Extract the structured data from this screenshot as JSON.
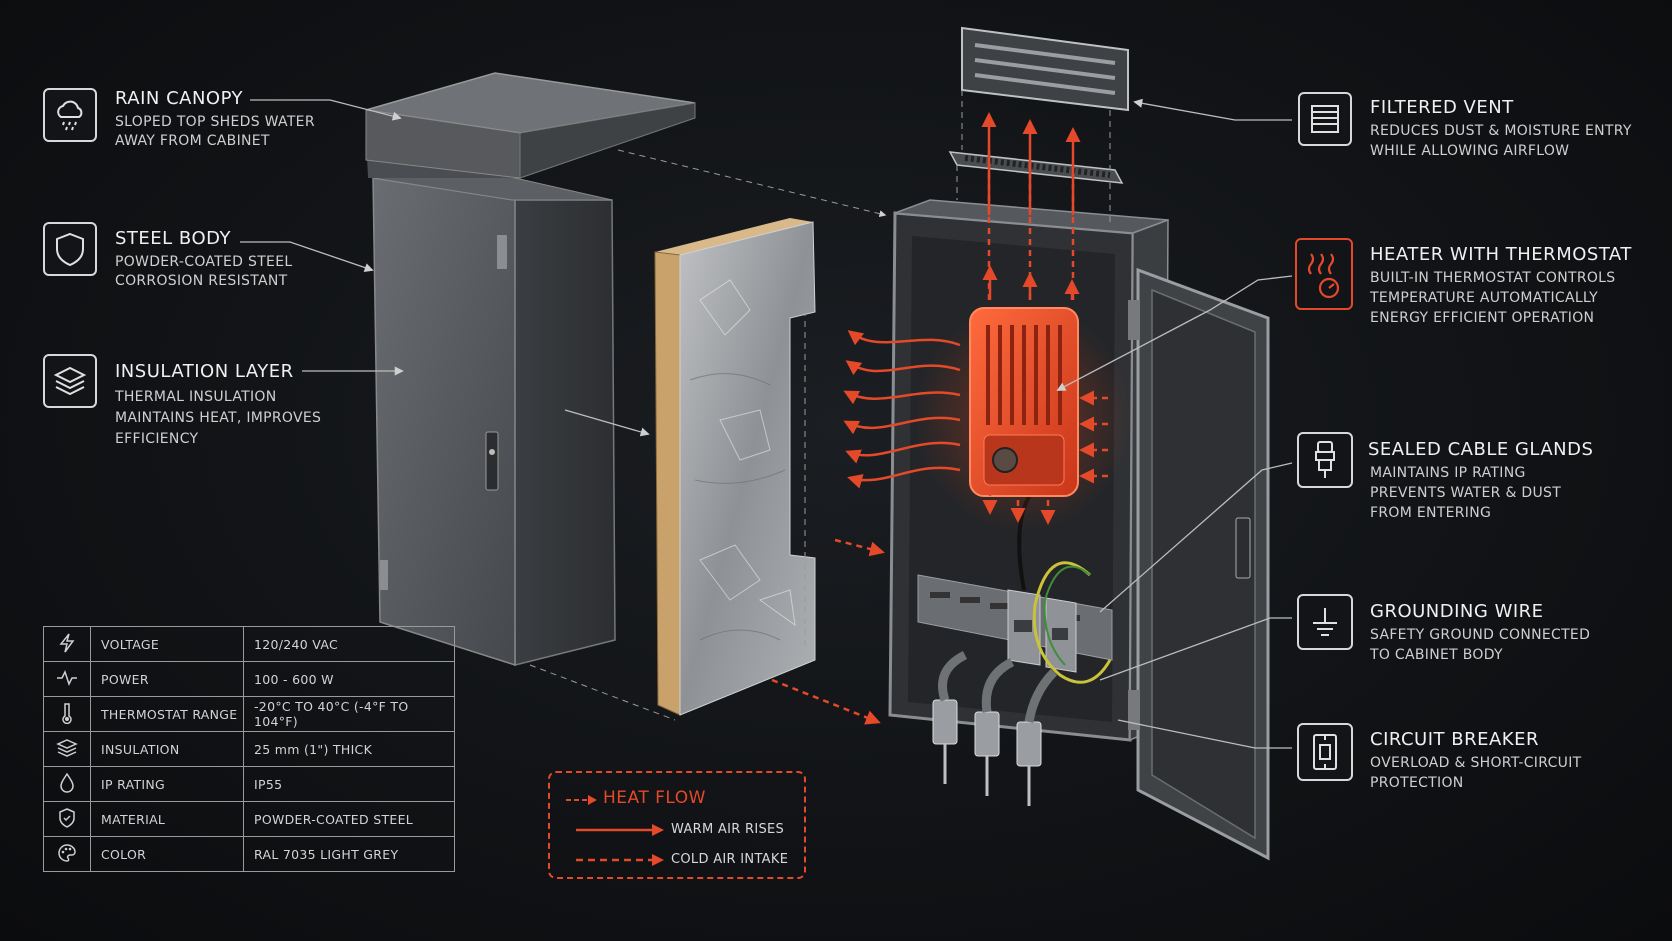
{
  "callouts": {
    "rain_canopy": {
      "title": "RAIN CANOPY",
      "lines": [
        "SLOPED TOP SHEDS WATER",
        "AWAY FROM CABINET"
      ],
      "icon": "rain-cloud-icon"
    },
    "steel_body": {
      "title": "STEEL BODY",
      "lines": [
        "POWDER-COATED STEEL",
        "CORROSION RESISTANT"
      ],
      "icon": "shield-icon"
    },
    "insulation_layer": {
      "title": "INSULATION LAYER",
      "lines": [
        "THERMAL INSULATION",
        "MAINTAINS HEAT, IMPROVES",
        "EFFICIENCY"
      ],
      "icon": "layers-icon"
    },
    "filtered_vent": {
      "title": "FILTERED VENT",
      "lines": [
        "REDUCES DUST & MOISTURE ENTRY",
        "WHILE ALLOWING AIRFLOW"
      ],
      "icon": "vent-grille-icon"
    },
    "heater": {
      "title": "HEATER WITH THERMOSTAT",
      "lines": [
        "BUILT-IN THERMOSTAT CONTROLS",
        "TEMPERATURE AUTOMATICALLY",
        "ENERGY EFFICIENT OPERATION"
      ],
      "icon": "heater-gauge-icon"
    },
    "cable_glands": {
      "title": "SEALED CABLE GLANDS",
      "lines": [
        "MAINTAINS IP RATING",
        "PREVENTS WATER & DUST",
        "FROM ENTERING"
      ],
      "icon": "cable-gland-icon"
    },
    "grounding": {
      "title": "GROUNDING WIRE",
      "lines": [
        "SAFETY GROUND CONNECTED",
        "TO CABINET BODY"
      ],
      "icon": "ground-symbol-icon"
    },
    "breaker": {
      "title": "CIRCUIT BREAKER",
      "lines": [
        "OVERLOAD & SHORT-CIRCUIT",
        "PROTECTION"
      ],
      "icon": "breaker-icon"
    }
  },
  "specs": [
    {
      "icon": "lightning-icon",
      "label": "VOLTAGE",
      "value": "120/240 VAC"
    },
    {
      "icon": "pulse-icon",
      "label": "POWER",
      "value": "100 - 600 W"
    },
    {
      "icon": "thermometer-icon",
      "label": "THERMOSTAT RANGE",
      "value": "-20°C TO 40°C (-4°F TO 104°F)"
    },
    {
      "icon": "layers-small-icon",
      "label": "INSULATION",
      "value": "25 mm (1\") THICK"
    },
    {
      "icon": "droplet-icon",
      "label": "IP RATING",
      "value": "IP55"
    },
    {
      "icon": "shield-small-icon",
      "label": "MATERIAL",
      "value": "POWDER-COATED STEEL"
    },
    {
      "icon": "palette-icon",
      "label": "COLOR",
      "value": "RAL 7035 LIGHT GREY"
    }
  ],
  "legend": {
    "title": "HEAT FLOW",
    "warm": "WARM AIR RISES",
    "cold": "COLD AIR INTAKE",
    "accent_color": "#e4492a"
  },
  "colors": {
    "accent": "#e4492a",
    "steel": "#55585d",
    "background": "#111316"
  }
}
